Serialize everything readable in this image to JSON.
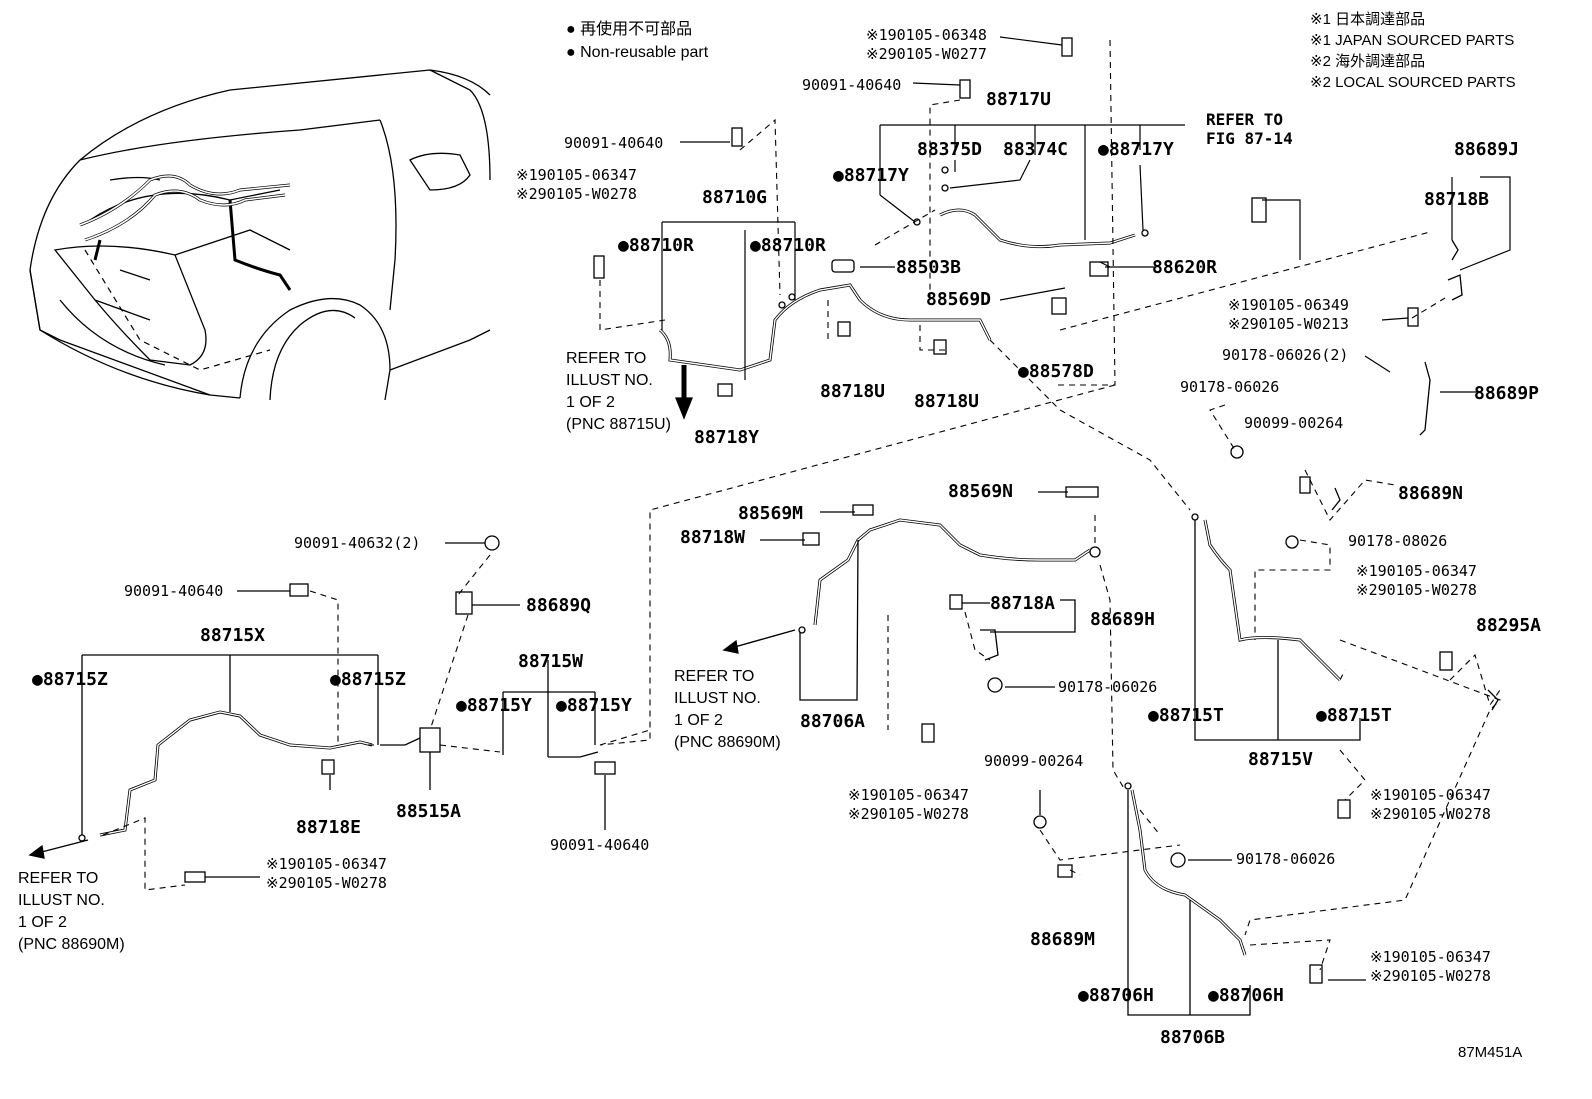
{
  "legend": {
    "jp": "● 再使用不可部品",
    "en": "● Non-reusable part"
  },
  "sourcing": {
    "line1": "※1 日本調達部品",
    "line2": "※1 JAPAN SOURCED PARTS",
    "line3": "※2 海外調達部品",
    "line4": "※2 LOCAL SOURCED PARTS"
  },
  "refs": {
    "fig8714": [
      "REFER TO",
      "FIG 87-14"
    ],
    "pnc88715U": [
      "REFER TO",
      "ILLUST NO.",
      "1 OF 2",
      "(PNC 88715U)"
    ],
    "pnc88690M_mid": [
      "REFER TO",
      "ILLUST NO.",
      "1 OF 2",
      "(PNC 88690M)"
    ],
    "pnc88690M_left": [
      "REFER TO",
      "ILLUST NO.",
      "1 OF 2",
      "(PNC 88690M)"
    ]
  },
  "labels": {
    "p88717U": "88717U",
    "p88375D": "88375D",
    "p88374C": "88374C",
    "p88717Y_a": "●88717Y",
    "p88717Y_b": "●88717Y",
    "p88710G": "88710G",
    "p88710R_a": "●88710R",
    "p88710R_b": "●88710R",
    "p88503B": "88503B",
    "p88620R": "88620R",
    "p88569D": "88569D",
    "p88578D": "●88578D",
    "p88718U_a": "88718U",
    "p88718U_b": "88718U",
    "p88718Y": "88718Y",
    "p88689J": "88689J",
    "p88718B": "88718B",
    "p88689P": "88689P",
    "p88689N": "88689N",
    "p88295A": "88295A",
    "p88715T_a": "●88715T",
    "p88715T_b": "●88715T",
    "p88715V": "88715V",
    "p88569N": "88569N",
    "p88569M": "88569M",
    "p88718W": "88718W",
    "p88718A": "88718A",
    "p88689H": "88689H",
    "p88706A": "88706A",
    "p88689M": "88689M",
    "p88706H_a": "●88706H",
    "p88706H_b": "●88706H",
    "p88706B": "88706B",
    "p88689Q": "88689Q",
    "p88715X": "88715X",
    "p88715Z_a": "●88715Z",
    "p88715Z_b": "●88715Z",
    "p88718E": "88718E",
    "p88515A": "88515A",
    "p88715W": "88715W",
    "p88715Y_a": "●88715Y",
    "p88715Y_b": "●88715Y"
  },
  "parts": {
    "b06348": [
      "※190105-06348",
      "※290105-W0277"
    ],
    "b40640_top": "90091-40640",
    "b40640_left": "90091-40640",
    "b06347_tl": [
      "※190105-06347",
      "※290105-W0278"
    ],
    "b06349": [
      "※190105-06349",
      "※290105-W0213"
    ],
    "c06026_2": "90178-06026(2)",
    "c06026_r": "90178-06026",
    "b00264_r": "90099-00264",
    "c08026": "90178-08026",
    "b06347_r1": [
      "※190105-06347",
      "※290105-W0278"
    ],
    "b06347_r2": [
      "※190105-06347",
      "※290105-W0278"
    ],
    "b06347_r3": [
      "※190105-06347",
      "※290105-W0278"
    ],
    "c06026_mid": "90178-06026",
    "b06347_mid": [
      "※190105-06347",
      "※290105-W0278"
    ],
    "b00264_mid": "90099-00264",
    "c06026_low": "90178-06026",
    "b40632": "90091-40632(2)",
    "b40640_l2": "90091-40640",
    "b40640_bot": "90091-40640",
    "b06347_left": [
      "※190105-06347",
      "※290105-W0278"
    ]
  },
  "figure_id": "87M451A"
}
